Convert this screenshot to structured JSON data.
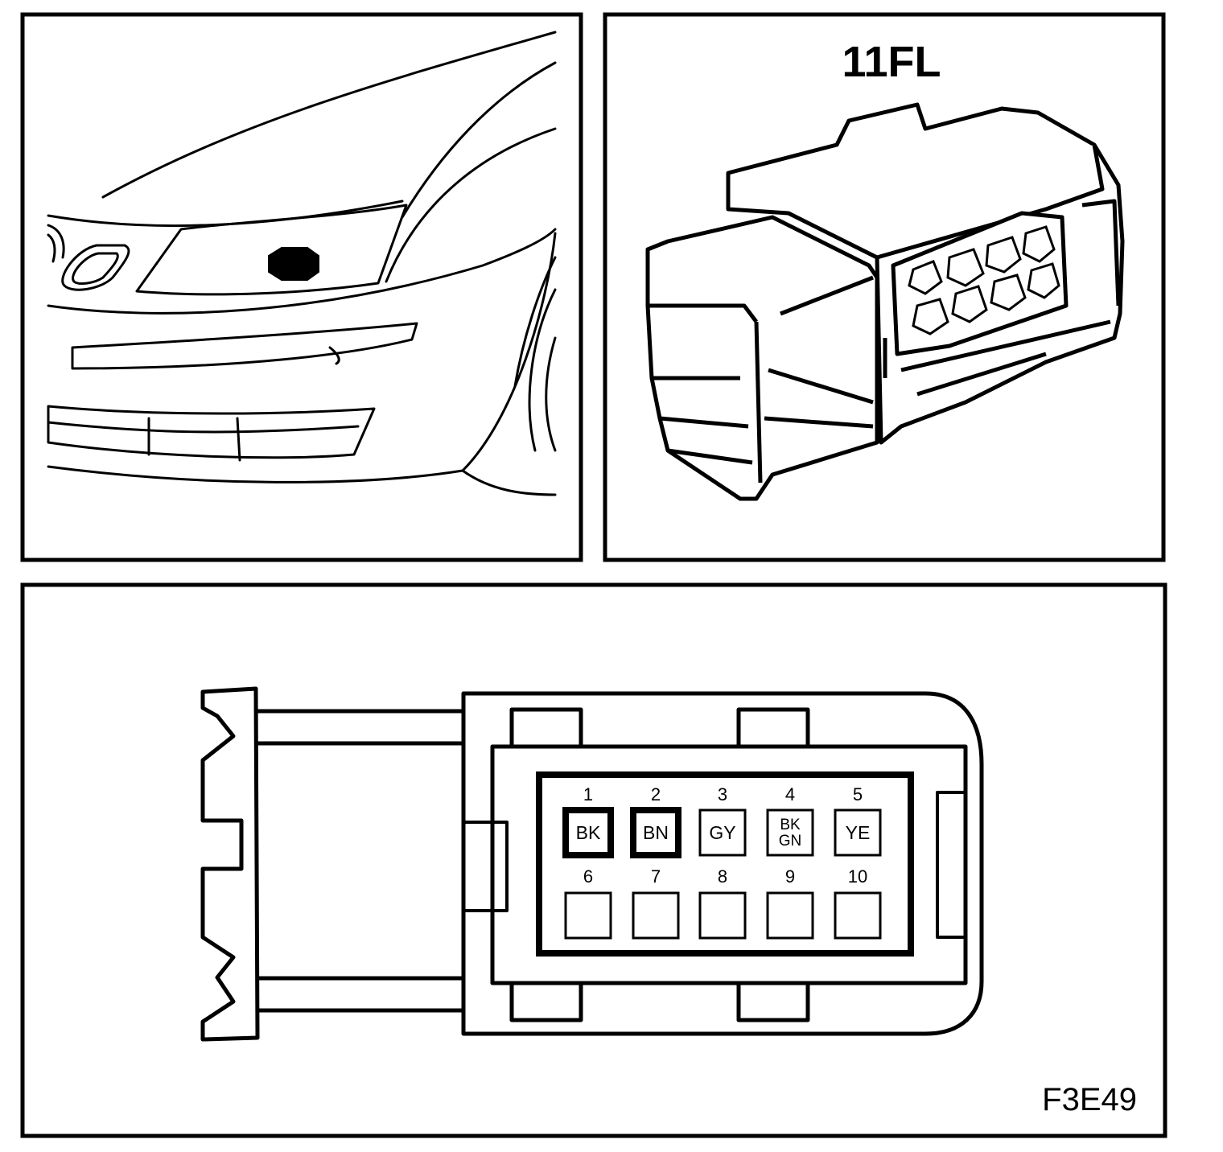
{
  "connector_view": {
    "title": "11FL"
  },
  "figure_ref": "F3E49",
  "pins": [
    {
      "number": "1",
      "colors": [
        "BK"
      ],
      "occupied": true
    },
    {
      "number": "2",
      "colors": [
        "BN"
      ],
      "occupied": true
    },
    {
      "number": "3",
      "colors": [
        "GY"
      ],
      "occupied": false
    },
    {
      "number": "4",
      "colors": [
        "BK",
        "GN"
      ],
      "occupied": false
    },
    {
      "number": "5",
      "colors": [
        "YE"
      ],
      "occupied": false
    },
    {
      "number": "6",
      "colors": [],
      "occupied": false
    },
    {
      "number": "7",
      "colors": [],
      "occupied": false
    },
    {
      "number": "8",
      "colors": [],
      "occupied": false
    },
    {
      "number": "9",
      "colors": [],
      "occupied": false
    },
    {
      "number": "10",
      "colors": [],
      "occupied": false
    }
  ]
}
